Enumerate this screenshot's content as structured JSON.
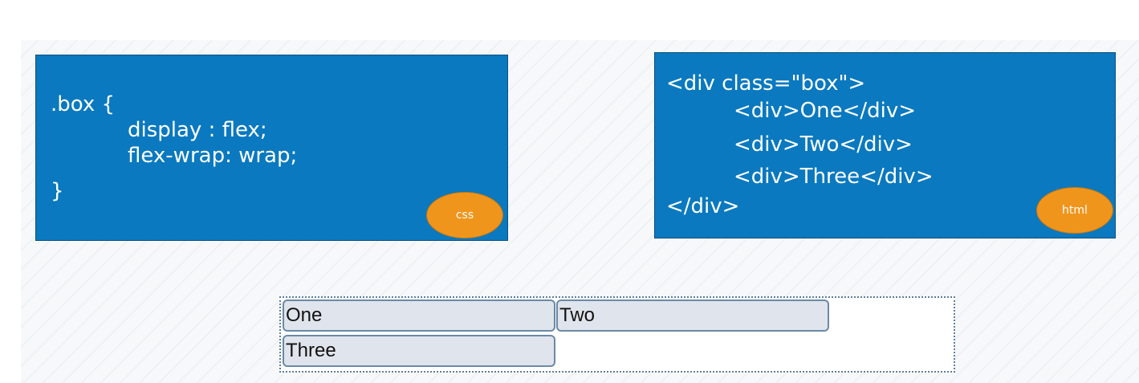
{
  "css_card": {
    "lines": [
      ".box {",
      "display : flex;",
      "flex-wrap: wrap;",
      "}"
    ],
    "badge": "css"
  },
  "html_card": {
    "lines": [
      "<div class=\"box\">",
      "<div>One</div>",
      "<div>Two</div>",
      "<div>Three</div>",
      "</div>"
    ],
    "badge": "html"
  },
  "demo": {
    "items": [
      "One",
      "Two",
      "Three"
    ]
  },
  "colors": {
    "card_background": "#0a79bf",
    "badge": "#f0951c",
    "item_background": "#e0e4ec",
    "item_border": "#6b8aa6"
  }
}
